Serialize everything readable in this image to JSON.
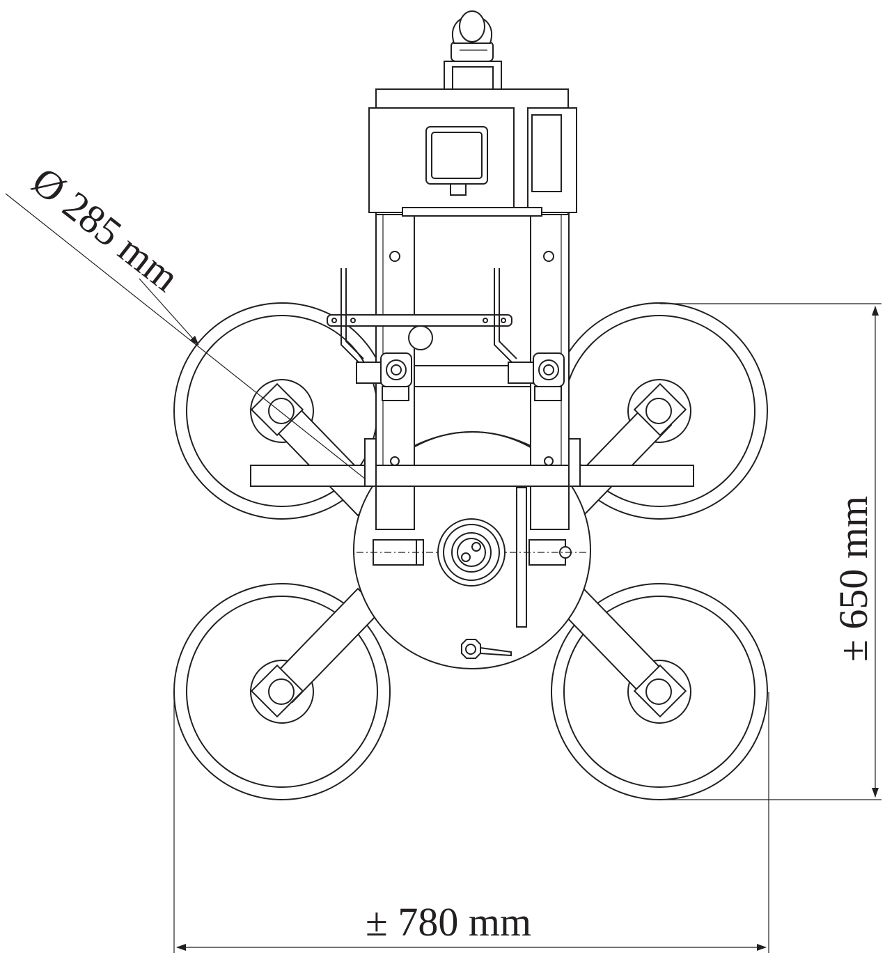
{
  "drawing": {
    "subject": "vacuum lifter with four suction pads (front view)",
    "line_color": "#231f20",
    "background": "#ffffff"
  },
  "dimensions": {
    "pad_diameter": "Ø 285 mm",
    "height": "± 650 mm",
    "width": "± 780 mm"
  },
  "icons": [
    "lifting-eye-icon",
    "vacuum-pad-icon",
    "vacuum-gauge-icon",
    "pump-housing-icon"
  ]
}
